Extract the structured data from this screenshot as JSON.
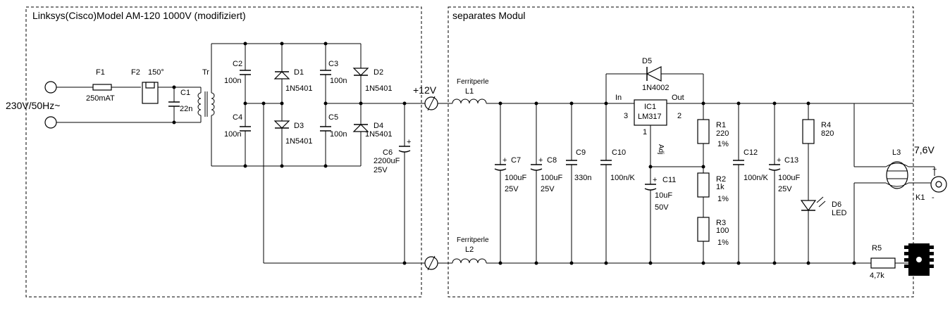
{
  "module_left_title": "Linksys(Cisco)Model AM-120 1000V (modifiziert)",
  "module_right_title": "separates Modul",
  "mains_label": "230V/50Hz~",
  "f1": {
    "name": "F1",
    "value": "250mAT"
  },
  "f2": {
    "name": "F2",
    "value": "150°"
  },
  "tr": {
    "name": "Tr"
  },
  "c1": {
    "name": "C1",
    "value": "22n"
  },
  "c2": {
    "name": "C2",
    "value": "100n"
  },
  "c3": {
    "name": "C3",
    "value": "100n"
  },
  "c4": {
    "name": "C4",
    "value": "100n"
  },
  "c5": {
    "name": "C5",
    "value": "100n"
  },
  "d1": {
    "name": "D1",
    "value": "1N5401"
  },
  "d2": {
    "name": "D2",
    "value": "1N5401"
  },
  "d3": {
    "name": "D3",
    "value": "1N5401"
  },
  "d4": {
    "name": "D4",
    "value": "1N5401"
  },
  "c6": {
    "name": "C6",
    "value": "2200uF",
    "voltage": "25V"
  },
  "plus12v": "+12V",
  "l1": {
    "name": "L1",
    "type": "Ferritperle"
  },
  "l2": {
    "name": "L2",
    "type": "Ferritperle"
  },
  "c7": {
    "name": "C7",
    "value": "100uF",
    "voltage": "25V"
  },
  "c8": {
    "name": "C8",
    "value": "100uF",
    "voltage": "25V"
  },
  "c9": {
    "name": "C9",
    "value": "330n"
  },
  "c10": {
    "name": "C10",
    "value": "100n/K"
  },
  "d5": {
    "name": "D5",
    "value": "1N4002"
  },
  "ic1": {
    "name": "IC1",
    "part": "LM317",
    "pin_in": "In",
    "pin_out": "Out",
    "pin3": "3",
    "pin2": "2",
    "pin1": "1",
    "adj": "Adj"
  },
  "c11": {
    "name": "C11",
    "value": "10uF",
    "voltage": "50V"
  },
  "r1": {
    "name": "R1",
    "value": "220",
    "tol": "1%"
  },
  "r2": {
    "name": "R2",
    "value": "1k",
    "tol": "1%"
  },
  "r3": {
    "name": "R3",
    "value": "100",
    "tol": "1%"
  },
  "c12": {
    "name": "C12",
    "value": "100n/K"
  },
  "c13": {
    "name": "C13",
    "value": "100uF",
    "voltage": "25V"
  },
  "r4": {
    "name": "R4",
    "value": "820"
  },
  "d6": {
    "name": "D6",
    "value": "LED"
  },
  "l3": {
    "name": "L3"
  },
  "out_voltage": "7,6V",
  "k1": {
    "name": "K1",
    "plus": "+",
    "minus": "-"
  },
  "r5": {
    "name": "R5",
    "value": "4,7k"
  },
  "plus_sign": "+"
}
